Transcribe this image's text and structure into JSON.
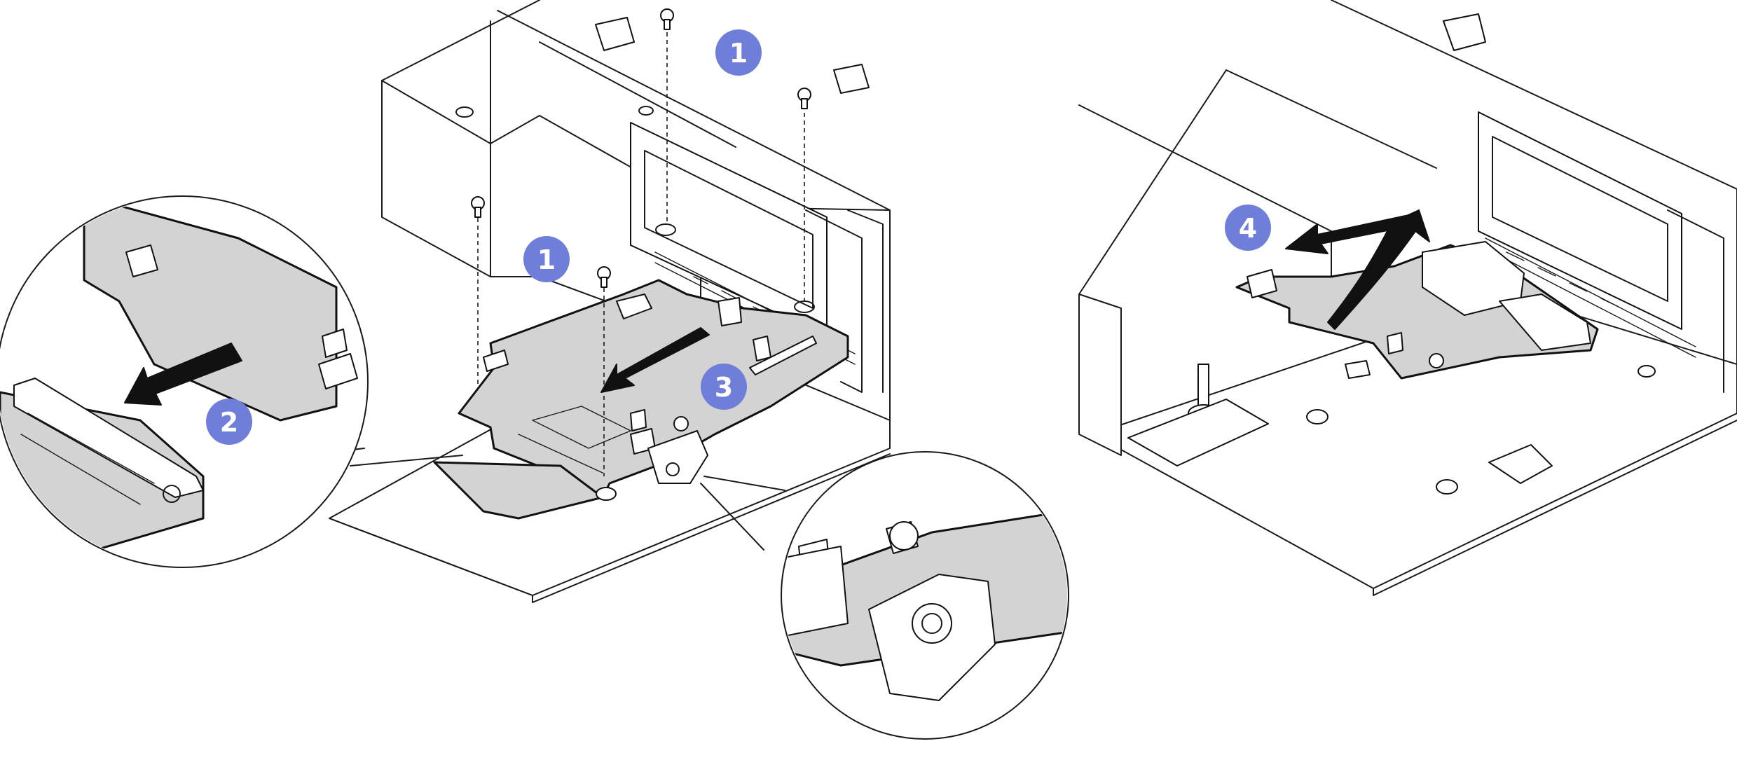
{
  "figure": {
    "palette": {
      "callout": "#6f7fd9",
      "board": "#d3d3d3",
      "line": "#111111",
      "background": "#ffffff"
    },
    "callouts": [
      {
        "id": "c1a",
        "label": "1"
      },
      {
        "id": "c1b",
        "label": "1"
      },
      {
        "id": "c2",
        "label": "2"
      },
      {
        "id": "c3",
        "label": "3"
      },
      {
        "id": "c4",
        "label": "4"
      }
    ]
  }
}
